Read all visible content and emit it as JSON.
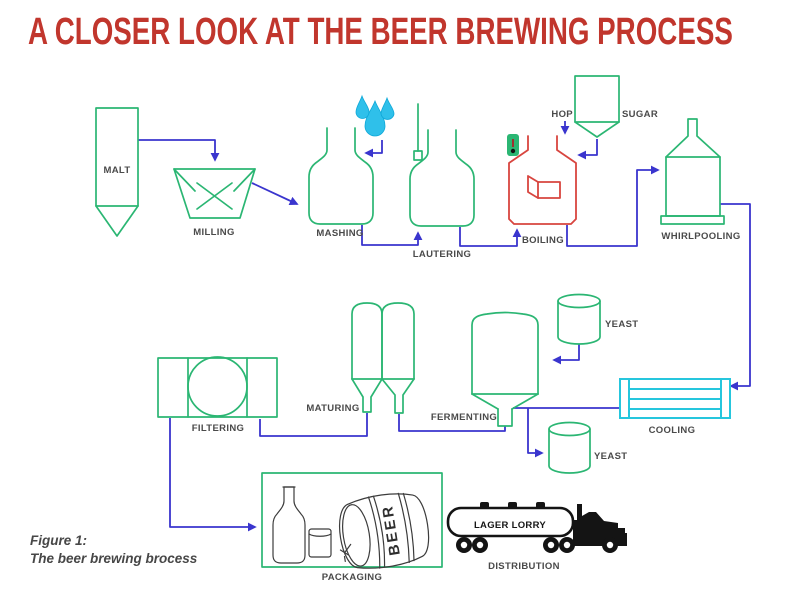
{
  "title": "A CLOSER LOOK AT THE BEER BREWING PROCESS",
  "figure_caption": {
    "line1": "Figure 1:",
    "line2": "The beer brewing brocess"
  },
  "labels": {
    "malt": "MALT",
    "milling": "MILLING",
    "mashing": "MASHING",
    "lautering": "LAUTERING",
    "boiling": "BOILING",
    "hop": "HOP",
    "sugar": "SUGAR",
    "whirlpooling": "WHIRLPOOLING",
    "cooling": "COOLING",
    "fermenting": "FERMENTING",
    "yeast_in": "YEAST",
    "yeast_out": "YEAST",
    "maturing": "MATURING",
    "filtering": "FILTERING",
    "packaging": "PACKAGING",
    "distribution": "DISTRIBUTION",
    "lorry": "LAGER LORRY",
    "barrel": "BEER"
  },
  "flow_order": [
    "MALT",
    "MILLING",
    "MASHING",
    "LAUTERING",
    "BOILING",
    "WHIRLPOOLING",
    "COOLING",
    "FERMENTING",
    "MATURING",
    "FILTERING",
    "PACKAGING",
    "DISTRIBUTION"
  ],
  "colors": {
    "title_red": "#C1362D",
    "equipment_green": "#2BB673",
    "flow_blue": "#3A35CE",
    "boiling_red": "#D8453F",
    "cooling_cyan": "#26C6DD",
    "water_cyan": "#2FC0EA",
    "label_gray": "#4A4A4A",
    "truck_black": "#141414"
  }
}
